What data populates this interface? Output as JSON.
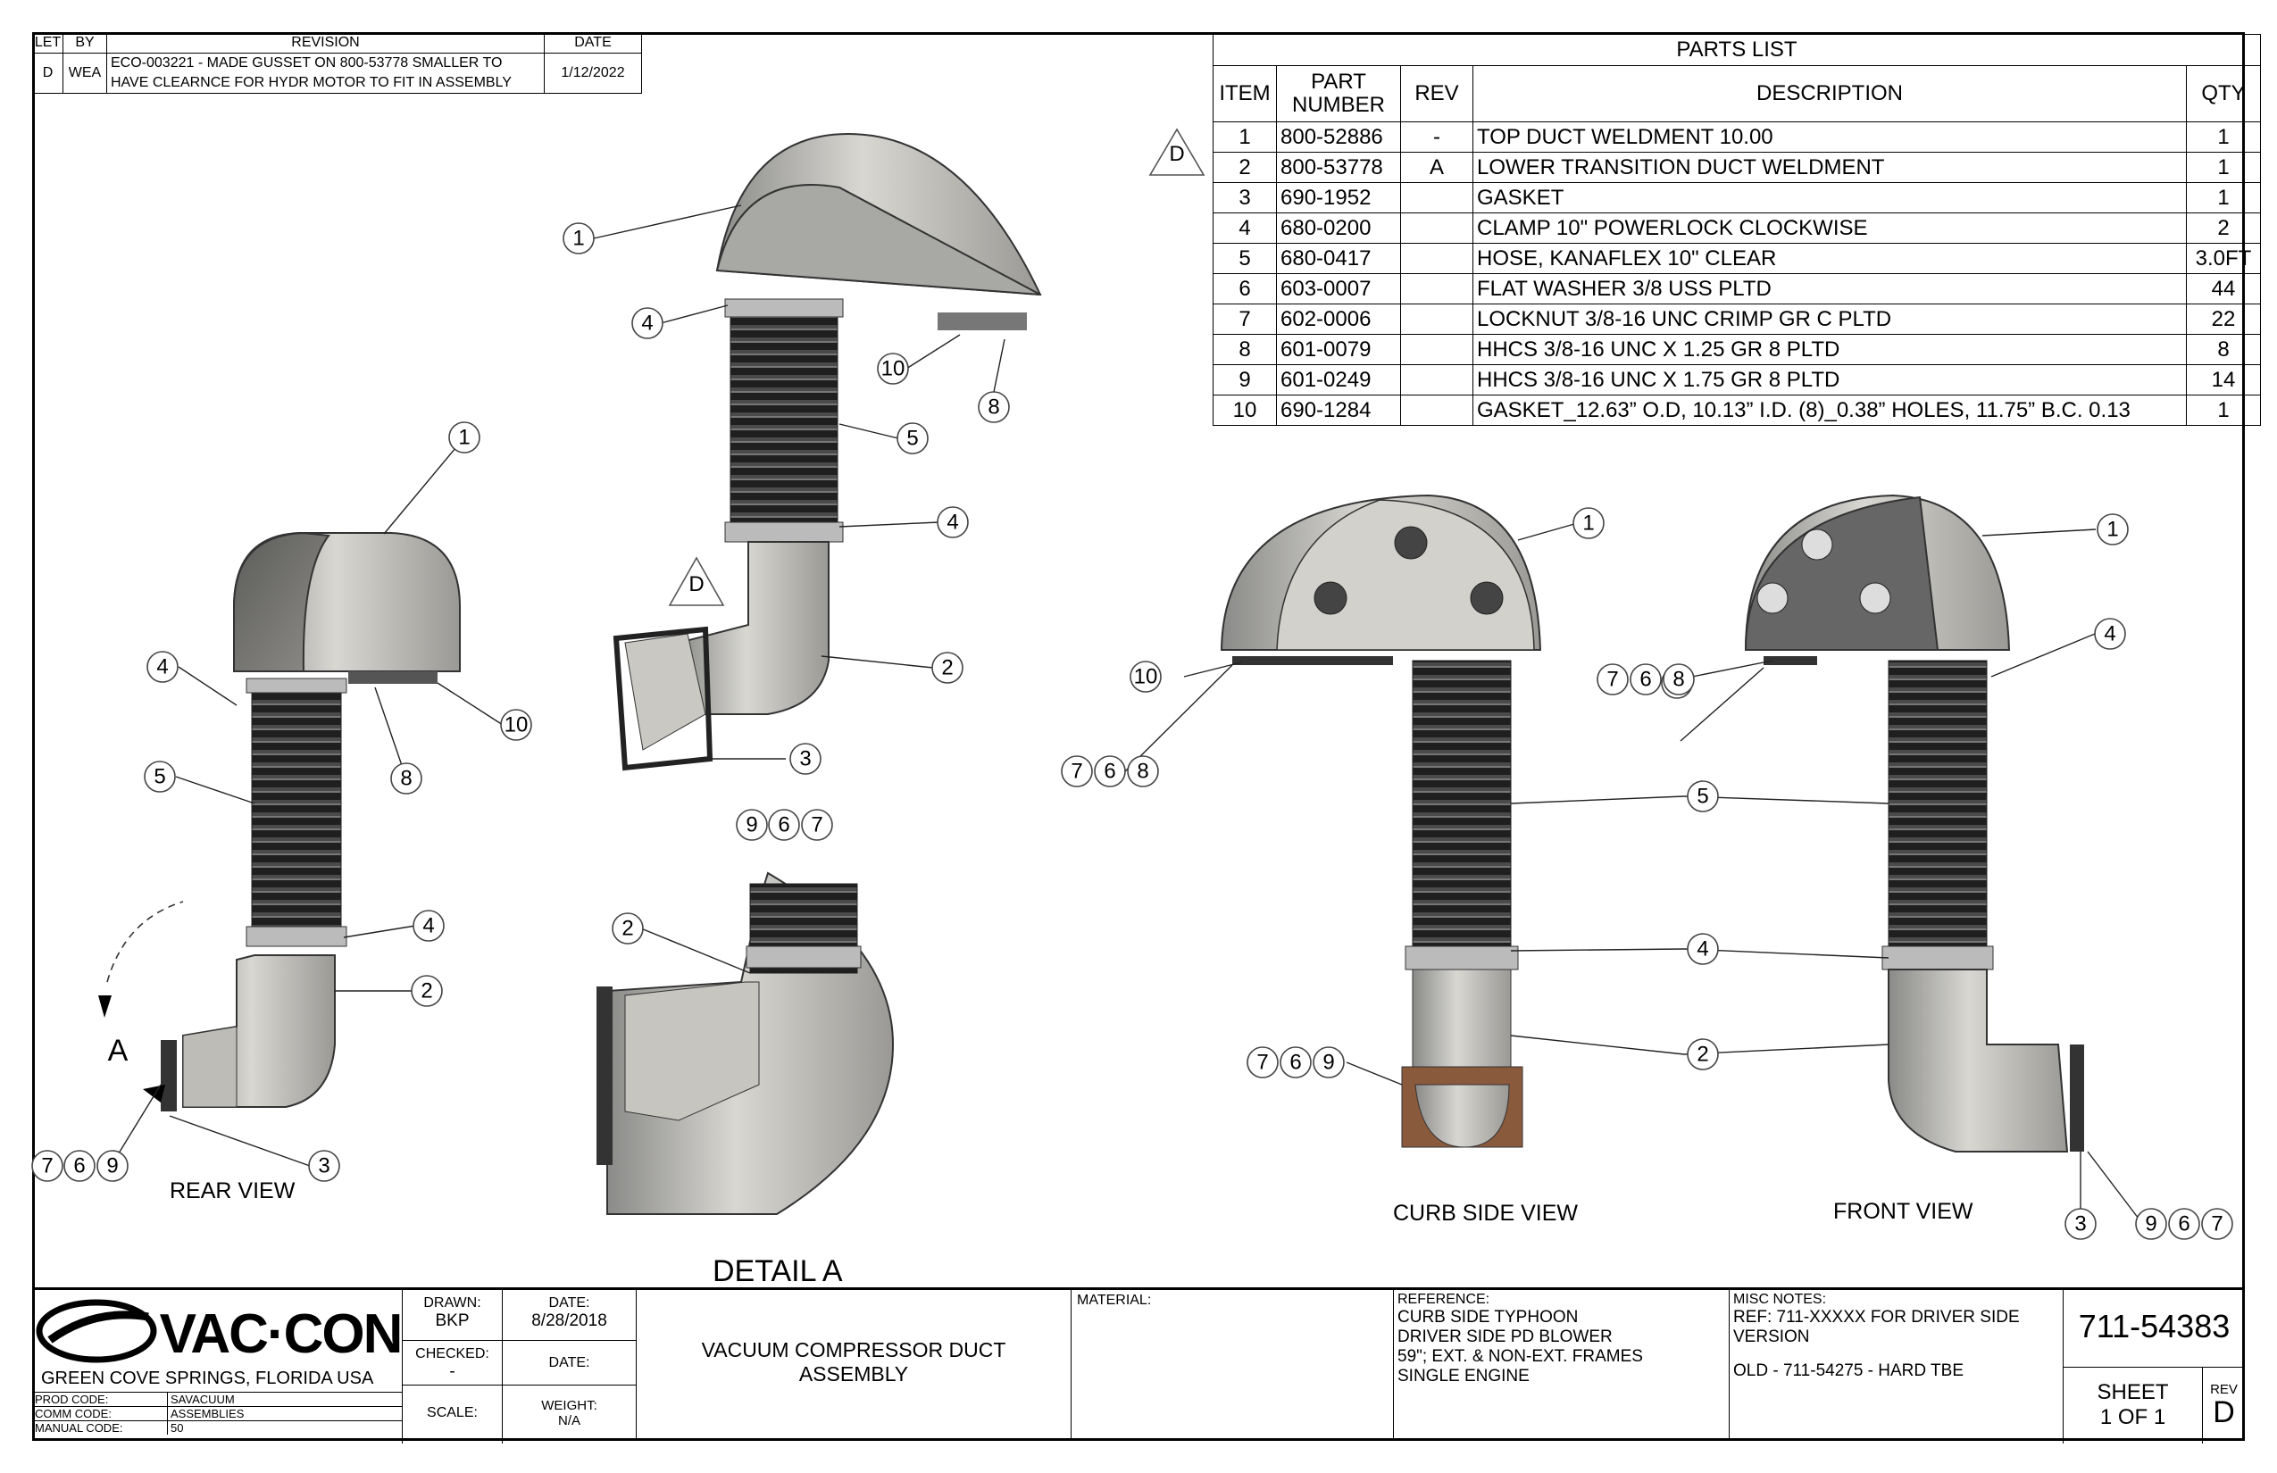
{
  "revision_block": {
    "headers": [
      "LET",
      "BY",
      "REVISION",
      "DATE"
    ],
    "row": {
      "let": "D",
      "by": "WEA",
      "revision_line1": "ECO-003221 - MADE GUSSET ON 800-53778 SMALLER TO",
      "revision_line2": "HAVE CLEARNCE FOR HYDR MOTOR TO FIT IN ASSEMBLY",
      "date": "1/12/2022"
    }
  },
  "parts_list": {
    "title": "PARTS LIST",
    "headers": {
      "item": "ITEM",
      "part_number": "PART NUMBER",
      "rev": "REV",
      "description": "DESCRIPTION",
      "qty": "QTY"
    },
    "rows": [
      {
        "item": "1",
        "part": "800-52886",
        "rev": "-",
        "desc": "TOP DUCT WELDMENT 10.00",
        "qty": "1"
      },
      {
        "item": "2",
        "part": "800-53778",
        "rev": "A",
        "desc": "LOWER TRANSITION DUCT WELDMENT",
        "qty": "1"
      },
      {
        "item": "3",
        "part": "690-1952",
        "rev": "",
        "desc": "GASKET",
        "qty": "1"
      },
      {
        "item": "4",
        "part": "680-0200",
        "rev": "",
        "desc": "CLAMP 10\" POWERLOCK CLOCKWISE",
        "qty": "2"
      },
      {
        "item": "5",
        "part": "680-0417",
        "rev": "",
        "desc": "HOSE, KANAFLEX 10\" CLEAR",
        "qty": "3.0FT"
      },
      {
        "item": "6",
        "part": "603-0007",
        "rev": "",
        "desc": "FLAT WASHER 3/8 USS PLTD",
        "qty": "44"
      },
      {
        "item": "7",
        "part": "602-0006",
        "rev": "",
        "desc": "LOCKNUT 3/8-16 UNC CRIMP GR C PLTD",
        "qty": "22"
      },
      {
        "item": "8",
        "part": "601-0079",
        "rev": "",
        "desc": "HHCS 3/8-16 UNC X 1.25 GR 8 PLTD",
        "qty": "8"
      },
      {
        "item": "9",
        "part": "601-0249",
        "rev": "",
        "desc": "HHCS 3/8-16 UNC X 1.75 GR 8 PLTD",
        "qty": "14"
      },
      {
        "item": "10",
        "part": "690-1284",
        "rev": "",
        "desc": "GASKET_12.63” O.D, 10.13” I.D. (8)_0.38” HOLES, 11.75” B.C. 0.13",
        "qty": "1"
      }
    ]
  },
  "views": {
    "rear": "REAR VIEW",
    "detail": "DETAIL  A",
    "curb": "CURB SIDE VIEW",
    "front": "FRONT VIEW",
    "section_letter": "A",
    "rev_triangle": "D"
  },
  "title_block": {
    "company": "VAC·CON",
    "location": "GREEN COVE SPRINGS, FLORIDA USA",
    "prod_code_label": "PROD CODE:",
    "prod_code": "SAVACUUM",
    "comm_code_label": "COMM CODE:",
    "comm_code": "ASSEMBLIES",
    "manual_code_label": "MANUAL CODE:",
    "manual_code": "50",
    "drawn_label": "DRAWN:",
    "drawn": "BKP",
    "date_label": "DATE:",
    "date": "8/28/2018",
    "checked_label": "CHECKED:",
    "checked": "-",
    "date2_label": "DATE:",
    "scale_label": "SCALE:",
    "weight_label": "WEIGHT:",
    "weight": "N/A",
    "title_line1": "VACUUM COMPRESSOR DUCT",
    "title_line2": "ASSEMBLY",
    "material_label": "MATERIAL:",
    "reference_label": "REFERENCE:",
    "reference_lines": [
      "CURB SIDE TYPHOON",
      "DRIVER SIDE PD BLOWER",
      "59\"; EXT. & NON-EXT. FRAMES",
      "SINGLE ENGINE"
    ],
    "misc_label": "MISC NOTES:",
    "misc_line1": "REF: 711-XXXXX FOR DRIVER SIDE",
    "misc_line2": "VERSION",
    "misc_line3": "OLD - 711-54275 - HARD TBE",
    "drawing_number": "711-54383",
    "sheet_label": "SHEET",
    "sheet": "1  OF 1",
    "rev_label": "REV",
    "rev": "D"
  }
}
